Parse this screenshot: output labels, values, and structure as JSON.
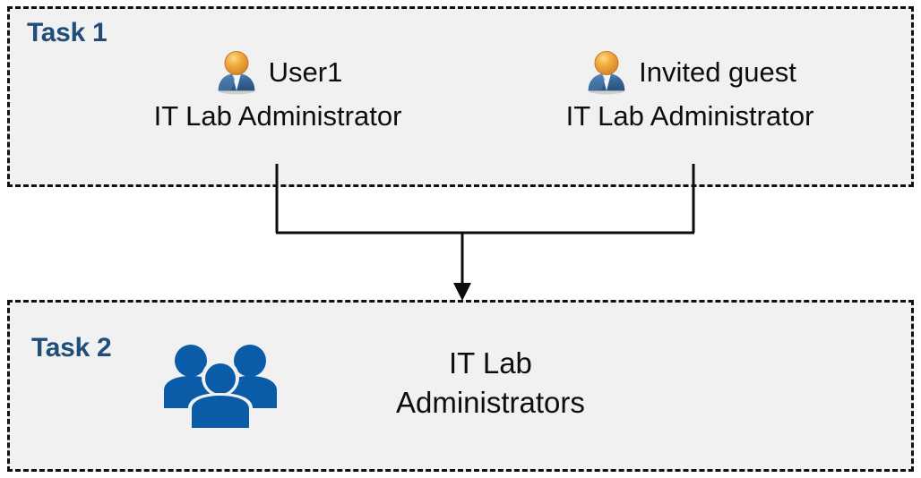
{
  "diagram": {
    "title_task1": "Task 1",
    "title_task2": "Task 2",
    "colors": {
      "heading": "#1F4E79",
      "box_fill": "#F1F1F1",
      "box_border": "#111111",
      "group_icon": "#0A5CA8",
      "body_text": "#0D0D0D",
      "page_background": "#FFFFFF"
    }
  },
  "task1": {
    "label": "Task 1",
    "people": [
      {
        "icon": "user-icon",
        "name": "User1",
        "role": "IT Lab Administrator"
      },
      {
        "icon": "user-icon",
        "name": "Invited guest",
        "role": "IT Lab Administrator"
      }
    ]
  },
  "task2": {
    "label": "Task 2",
    "group": {
      "icon": "group-of-people-icon",
      "name": "IT Lab\nAdministrators"
    }
  },
  "connector": {
    "type": "merge-arrow",
    "from": [
      "User1",
      "Invited guest"
    ],
    "to": "IT Lab Administrators",
    "direction": "down"
  }
}
